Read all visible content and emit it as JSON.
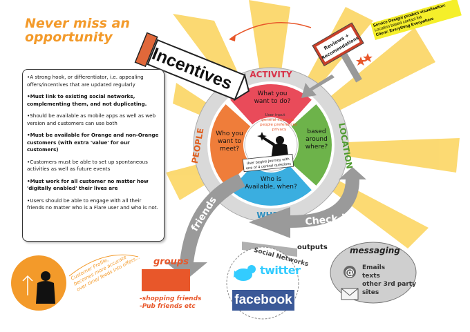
{
  "title": [
    "Never miss an",
    "opportunity"
  ],
  "panel_items": [
    {
      "text": "•A strong hook, or differentiator, i.e. appealing offers/incentives that are updated regularly",
      "bold": false
    },
    {
      "text": "•Must link to existing social networks, complementing them, and not duplicating.",
      "bold": true
    },
    {
      "text": "•Should be available as mobile apps as well as web version and customers can use both",
      "bold": false
    },
    {
      "text": "•Must be available for Orange and non-Orange customers (with extra 'value' for our customers)",
      "bold": true
    },
    {
      "text": "•Customers must be able to set up spontaneous activities as well as future events",
      "bold": false
    },
    {
      "text": "•Must work for all customer no matter how 'digitally enabled' their lives are",
      "bold": true
    },
    {
      "text": "•Users should be able to engage with all their friends no matter who is a Flare user and who is not.",
      "bold": false
    }
  ],
  "service_label": {
    "line1": "Service Design/ product visualisation:",
    "line2": "Location based contact list",
    "line3": "Client: Everything Everywhere"
  },
  "incentives": "Incentives",
  "reviews": [
    "Reviews +",
    "Recomendations"
  ],
  "wheel": {
    "ring": {
      "activity": "ACTIVITY",
      "location": "LOCATION",
      "when": "WHEN",
      "people": "PEOPLE"
    },
    "what": [
      "What you",
      "want to do?"
    ],
    "where": [
      "based",
      "around",
      "where?"
    ],
    "who_avail": [
      "Who is",
      "Available, when?"
    ],
    "who_meet": [
      "Who you",
      "want to",
      "meet?"
    ],
    "center_title": "User input",
    "center_lines": [
      "general interests",
      "people preferences",
      "privacy"
    ],
    "journey": [
      "User begins journey with",
      "one of 4  central questions"
    ]
  },
  "colors": {
    "activity": "#e94b5a",
    "location": "#6db34a",
    "when": "#3aaee0",
    "people": "#ef7d3a",
    "ring": "#dcdcdc",
    "burst": "#fbd35a",
    "accent": "#f39a2a",
    "incentive_bar": "#e0683a"
  },
  "friends": "friends",
  "checkin": "Check-in",
  "outputs": "outputs",
  "social_networks": "Social Networks",
  "twitter": "twitter",
  "facebook": "facebook",
  "messaging": {
    "title": "messaging",
    "items": [
      "Emails",
      "texts",
      "other 3rd party",
      "sites"
    ]
  },
  "customer_profile": [
    "Customer Profile,",
    "becomes more accurate",
    "over time/ feeds into offers..."
  ],
  "groups": {
    "title": "groups",
    "items": [
      "-shopping friends",
      "-Pub friends etc"
    ]
  },
  "icons": [
    "person-silhouette-icon",
    "twitter-bird-icon",
    "at-sign-icon",
    "envelope-icon",
    "star-icon",
    "group-silhouettes-icon"
  ]
}
